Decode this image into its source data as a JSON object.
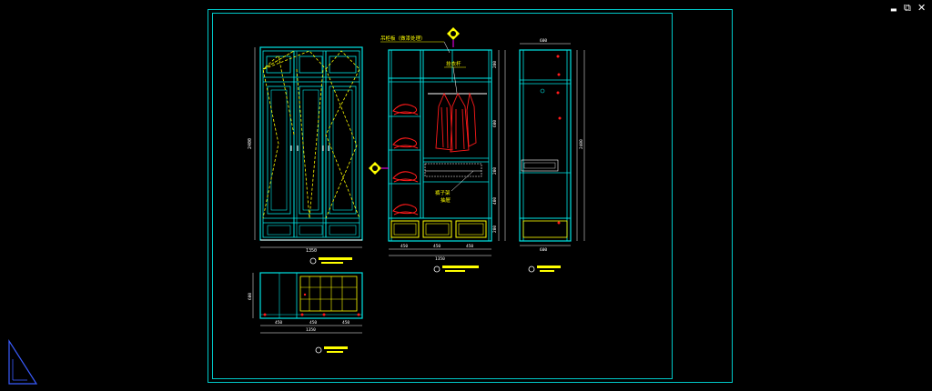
{
  "window": {
    "minimize_glyph": "▬",
    "restore_glyph": "⧉",
    "close_glyph": "✕"
  },
  "drawing": {
    "label_top": "吊柜板（做漆处理）",
    "label_rod": "挂衣杆",
    "label_pull": "裤子架",
    "label_pull2": "抽屉",
    "dims_front": {
      "height": "2400",
      "width": "1350"
    },
    "dims_section": {
      "bottom": [
        "450",
        "450",
        "450"
      ],
      "total": "1350",
      "right": [
        "200",
        "600",
        "200",
        "400",
        "200"
      ]
    },
    "dims_side": {
      "top": "600",
      "bottom": "600",
      "total": "2400"
    },
    "dims_plan": {
      "bottom": [
        "450",
        "450",
        "450"
      ],
      "total": "1350",
      "left": "600"
    }
  },
  "colors": {
    "background": "#000000",
    "frame": "#00c8c8",
    "cyan": "#00e6e6",
    "yellow": "#ffff00",
    "red": "#ff1a1a",
    "white": "#ffffff",
    "magenta": "#ff00ff",
    "blue": "#3a5cff"
  }
}
